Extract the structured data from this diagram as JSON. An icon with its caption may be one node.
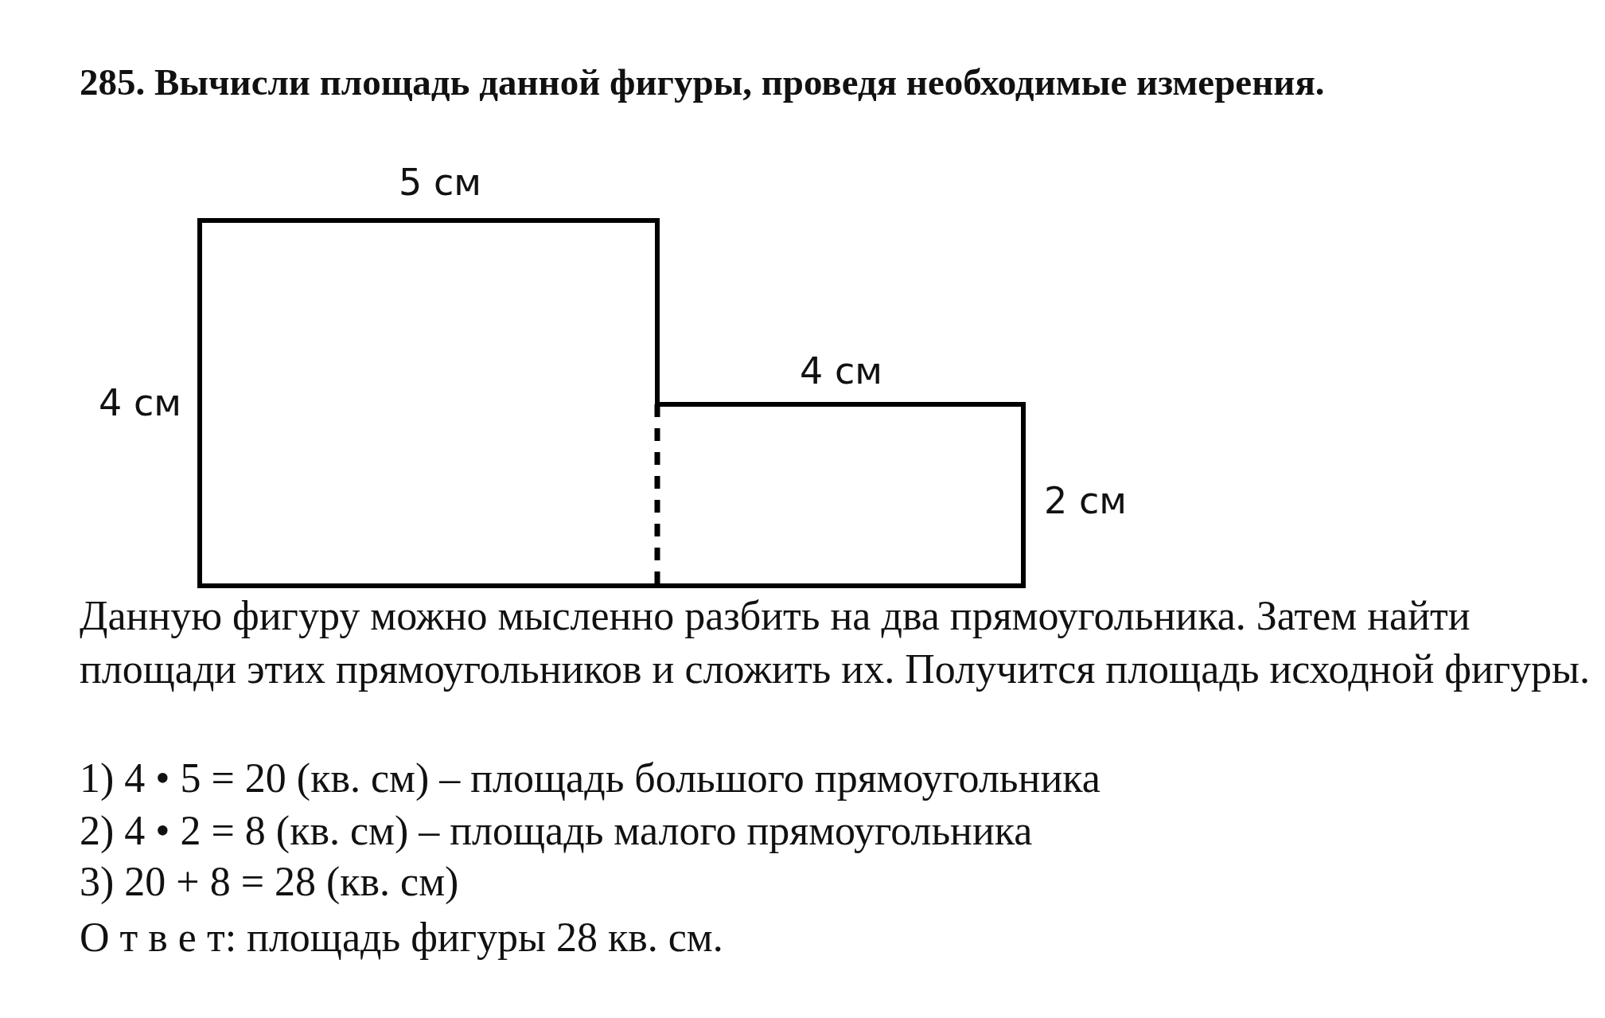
{
  "diagram": {
    "title": "285. Вычисли площадь данной фигуры, проведя необходимые измерения.",
    "labels": [
      "5 см",
      "4 см",
      "4 см",
      "2 см",
      "Данную фигуру можно мысленно разбить на два прямоугольника. Затем найти площади этих прямоугольников и сложить их. Получится площадь исходной фигуры.",
      "1) 4 • 5 = 20 (кв. см) – площадь большого прямоугольника",
      "2) 4 • 2 = 8 (кв. см) – площадь малого прямоугольника",
      "3) 20 + 8 = 28 (кв. см)",
      "О т в е т: площадь фигуры 28 кв. см."
    ]
  }
}
